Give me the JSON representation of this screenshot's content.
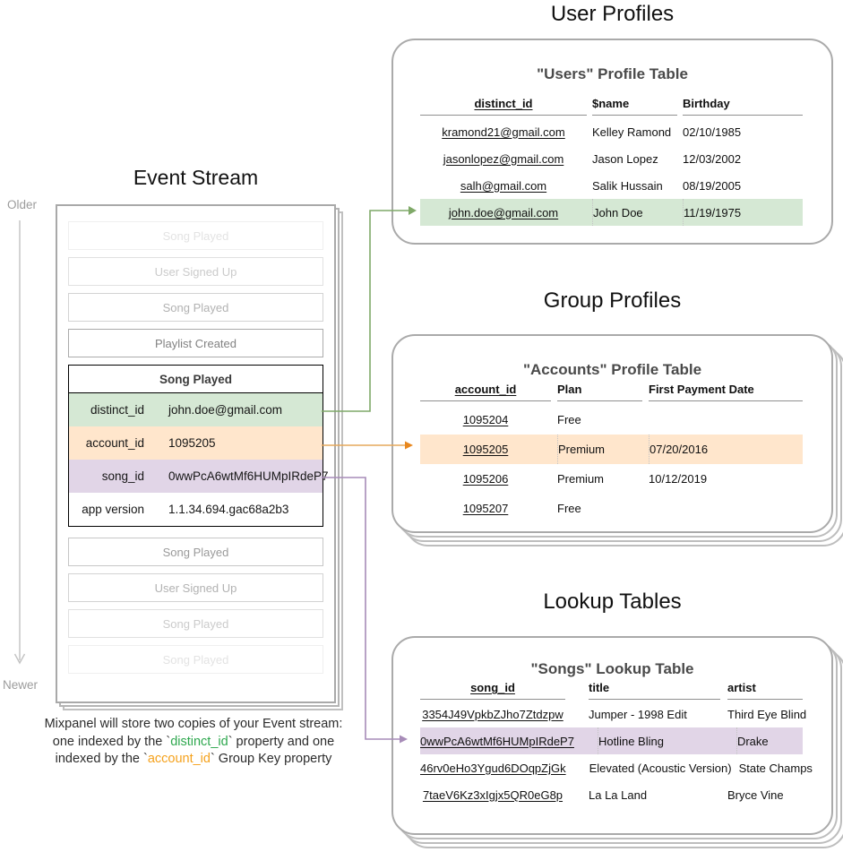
{
  "palette": {
    "green_row": "#d5e8d4",
    "orange_row": "#ffe6cc",
    "purple_row": "#e1d5e7",
    "green_arrow": "#7fa968",
    "orange_arrow": "#e5a85c",
    "orange_arrow_head": "#e8871e",
    "purple_arrow": "#a78cb8",
    "timeline_grey": "#c2c2c2",
    "caption_green": "#2fa84f",
    "caption_orange": "#f5a21d"
  },
  "event_stream": {
    "title": "Event Stream",
    "older_label": "Older",
    "newer_label": "Newer",
    "events_top": [
      "Song Played",
      "User Signed Up",
      "Song Played",
      "Playlist Created"
    ],
    "event_card": {
      "title": "Song Played",
      "rows": [
        {
          "key": "distinct_id",
          "value": "john.doe@gmail.com"
        },
        {
          "key": "account_id",
          "value": "1095205"
        },
        {
          "key": "song_id",
          "value": "0wwPcA6wtMf6HUMpIRdeP7"
        },
        {
          "key": "app version",
          "value": "1.1.34.694.gac68a2b3"
        }
      ]
    },
    "events_bottom": [
      "Song Played",
      "User Signed Up",
      "Song Played",
      "Song Played"
    ]
  },
  "caption": {
    "line1": "Mixpanel will store two copies of your Event stream:",
    "line2_pre": "one indexed by the `",
    "line2_term": "distinct_id",
    "line2_post": "` property and one",
    "line3_pre": "indexed by the `",
    "line3_term": "account_id",
    "line3_post": "` Group Key property"
  },
  "user_profiles": {
    "section_title": "User Profiles",
    "card_title": "\"Users\" Profile Table",
    "headers": [
      "distinct_id",
      "$name",
      "Birthday"
    ],
    "rows": [
      [
        "kramond21@gmail.com",
        "Kelley Ramond",
        "02/10/1985"
      ],
      [
        "jasonlopez@gmail.com",
        "Jason Lopez",
        "12/03/2002"
      ],
      [
        "salh@gmail.com",
        "Salik Hussain",
        "08/19/2005"
      ],
      [
        "john.doe@gmail.com",
        "John Doe",
        "11/19/1975"
      ]
    ],
    "highlighted_row_index": 3
  },
  "group_profiles": {
    "section_title": "Group Profiles",
    "card_title": "\"Accounts\" Profile Table",
    "headers": [
      "account_id",
      "Plan",
      "First Payment Date"
    ],
    "rows": [
      [
        "1095204",
        "Free",
        ""
      ],
      [
        "1095205",
        "Premium",
        "07/20/2016"
      ],
      [
        "1095206",
        "Premium",
        "10/12/2019"
      ],
      [
        "1095207",
        "Free",
        ""
      ]
    ],
    "highlighted_row_index": 1
  },
  "lookup_tables": {
    "section_title": "Lookup Tables",
    "card_title": "\"Songs\" Lookup Table",
    "headers": [
      "song_id",
      "title",
      "artist"
    ],
    "rows": [
      [
        "3354J49VpkbZJho7Ztdzpw",
        "Jumper - 1998 Edit",
        "Third Eye Blind"
      ],
      [
        "0wwPcA6wtMf6HUMpIRdeP7",
        "Hotline Bling",
        "Drake"
      ],
      [
        "46rv0eHo3Ygud6DOqpZjGk",
        "Elevated (Acoustic Version)",
        "State Champs"
      ],
      [
        "7taeV6Kz3xIgjx5QR0eG8p",
        "La La Land",
        "Bryce Vine"
      ]
    ],
    "highlighted_row_index": 1
  },
  "connections": [
    {
      "from": "event_card.distinct_id",
      "to": "user_profiles row john.doe@gmail.com",
      "color_ref": "green_arrow"
    },
    {
      "from": "event_card.account_id",
      "to": "group_profiles row 1095205",
      "color_ref": "orange_arrow"
    },
    {
      "from": "event_card.song_id",
      "to": "lookup_tables row 0wwPcA6wtMf6HUMpIRdeP7",
      "color_ref": "purple_arrow"
    }
  ]
}
